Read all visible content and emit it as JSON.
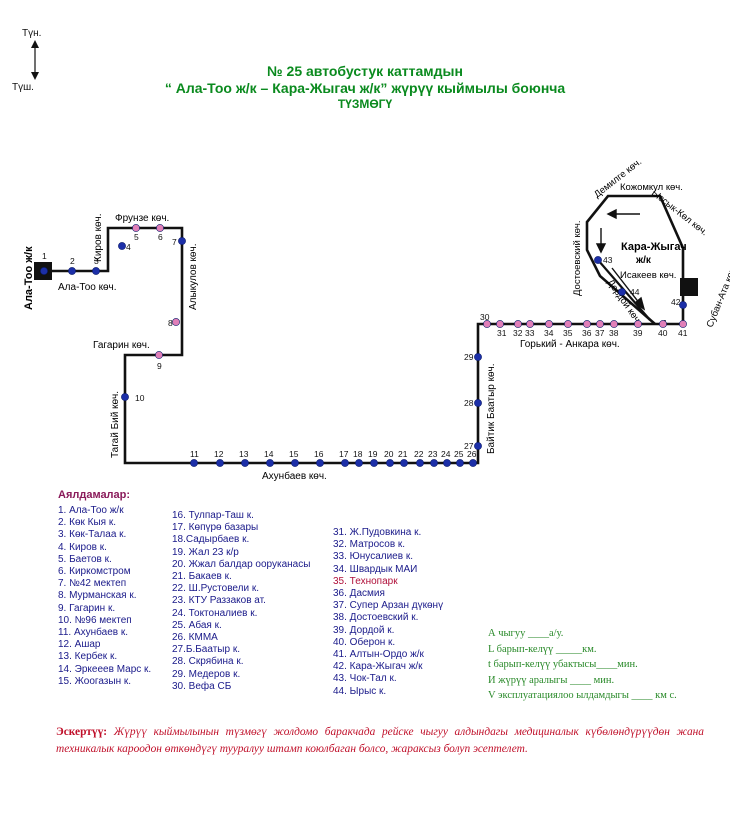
{
  "compass": {
    "north": "Түн.",
    "south": "Түш."
  },
  "title": {
    "line1": "№ 25  автобустук каттамдын",
    "line2": "“ Ала-Тоо ж/к – Кара-Жыгач ж/к” жүрүү кыймылы боюнча",
    "line3": "ТҮЗМӨГҮ"
  },
  "colors": {
    "route": "#111111",
    "stop": "#1c2fa8",
    "stop_alt": "#e07fb8",
    "title": "#0a8a1e",
    "note": "#c0102a"
  },
  "map": {
    "terminal_start": "Ала-Тоо ж/к",
    "terminal_end_line1": "Кара-Жыгач",
    "terminal_end_line2": "ж/к",
    "streets": {
      "alatoo": "Ала-Тоо көч.",
      "kirov": "Киров көч.",
      "frunze": "Фрунзе көч.",
      "alykulov": "Алыкулов көч.",
      "gagarin": "Гагарин көч.",
      "tagai": "Тагай Бий көч.",
      "akhunbaev": "Ахунбаев көч.",
      "baitik": "Байтик Баатыр көч.",
      "gorky": "Горький - Анкара көч.",
      "dostoevsky": "Достоевский көч.",
      "demilge": "Демилге көч.",
      "kojomkul": "Кожомкул көч.",
      "issykkol": "Ыссык-Көл көч.",
      "subanata": "Субан-Ата көч.",
      "isakeev": "Исакеев көч.",
      "dordoi": "Дордой көч."
    },
    "stop_numbers": [
      "1",
      "2",
      "3",
      "4",
      "5",
      "6",
      "7",
      "8",
      "9",
      "10",
      "11",
      "12",
      "13",
      "14",
      "15",
      "16",
      "17",
      "18",
      "19",
      "20",
      "21",
      "22",
      "23",
      "24",
      "25",
      "26",
      "27",
      "28",
      "29",
      "30",
      "31",
      "32",
      "33",
      "34",
      "35",
      "36",
      "37",
      "38",
      "39",
      "40",
      "41",
      "42",
      "43",
      "44"
    ]
  },
  "stops_heading": "Аялдамалар:",
  "stops": [
    "1. Ала-Тоо ж/к",
    "2. Көк Кыя к.",
    "3. Көк-Талаа к.",
    "4. Киров к.",
    "5. Баетов к.",
    "6. Киркомстром",
    "7. №42 мектеп",
    "8. Мурманская к.",
    "9. Гагарин к.",
    "10. №96 мектеп",
    "11. Ахунбаев к.",
    "12. Ашар",
    "13. Кербек к.",
    "14. Эркееев Марс к.",
    "15. Жоогазын к.",
    "16. Тулпар-Таш к.",
    "17. Көпүрө базары",
    "18.Садырбаев к.",
    "19. Жал 23 к/р",
    "20. Жжал балдар ооруканасы",
    "21. Бакаев к.",
    "22. Ш.Рустовели к.",
    "23. КТУ Раззаков ат.",
    "24. Токтоналиев к.",
    "25. Абая к.",
    "26. КММА",
    "27.Б.Баатыр к.",
    "28. Скрябина к.",
    "29. Медеров к.",
    "30. Вефа СБ",
    "31. Ж.Пудовкина к.",
    "32. Матросов к.",
    "33. Юнусалиев к.",
    "34. Швардык МАИ",
    "35. Технопарк",
    "36. Дасмия",
    "37. Супер Арзан дүкөнү",
    "38. Достоевский к.",
    "39. Дордой к.",
    "40. Оберон к.",
    "41. Алтын-Ордо ж/к",
    "42. Кара-Жыгач ж/к",
    "43. Чок-Тал к.",
    "44. Ырыс к."
  ],
  "info": [
    "А чыгуу   ____а/у.",
    "L барып-келүү _____км.",
    "t барып-келүү убактысы____мин.",
    "И жүрүү аралыгы ____     мин.",
    "V эксплуатациялоо ылдамдыгы ____ км с."
  ],
  "note": {
    "label": "Эскертүү:",
    "text": " Жүрүү кыймылынын түзмөгү жолдомо баракчада рейске чыгуу алдындагы медициналык күбөлөндүрүүдөн жана техникалык кароодон өткөндүгү тууралуу штамп коюлбаган болсо, жараксыз болуп эсептелет."
  }
}
